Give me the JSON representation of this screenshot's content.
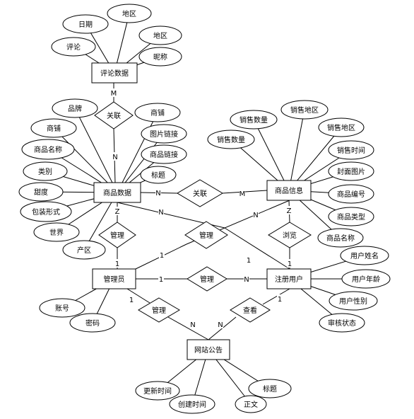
{
  "entities": [
    {
      "id": "comment",
      "label": "评论数据"
    },
    {
      "id": "product",
      "label": "商品数据"
    },
    {
      "id": "info",
      "label": "商品信息"
    },
    {
      "id": "admin",
      "label": "管理员"
    },
    {
      "id": "user",
      "label": "注册用户"
    },
    {
      "id": "notice",
      "label": "网站公告"
    }
  ],
  "attributes": {
    "comment": [
      "日期",
      "地区",
      "评论",
      "地区",
      "昵称"
    ],
    "product": [
      "品牌",
      "商铺",
      "商铺",
      "商品名称",
      "图片链接",
      "商品链接",
      "类别",
      "标题",
      "甜度",
      "包装形式",
      "世界",
      "产区"
    ],
    "info": [
      "销售数量",
      "销售地区",
      "销售数量",
      "销售地区",
      "销售时间",
      "封面图片",
      "商品编号",
      "商品类型",
      "商品名称"
    ],
    "admin": [
      "账号",
      "密码"
    ],
    "user": [
      "用户姓名",
      "用户年龄",
      "用户性别",
      "审核状态"
    ],
    "notice": [
      "更新时间",
      "创建时间",
      "正文",
      "标题"
    ]
  },
  "relationships": [
    {
      "id": "r-comment-product",
      "label": "关联",
      "ends": [
        {
          "entity": "comment",
          "card": "M"
        },
        {
          "entity": "product",
          "card": "N"
        }
      ]
    },
    {
      "id": "r-product-info",
      "label": "关联",
      "ends": [
        {
          "entity": "product",
          "card": "N"
        },
        {
          "entity": "info",
          "card": "M"
        }
      ]
    },
    {
      "id": "r-admin-product",
      "label": "管理",
      "ends": [
        {
          "entity": "product",
          "card": "Z"
        },
        {
          "entity": "admin",
          "card": "1"
        }
      ]
    },
    {
      "id": "r-user-info",
      "label": "浏览",
      "ends": [
        {
          "entity": "info",
          "card": "Z"
        },
        {
          "entity": "user",
          "card": "1"
        }
      ]
    },
    {
      "id": "r-cross",
      "label": "管理",
      "ends": [
        {
          "entity": "product",
          "card": "N"
        },
        {
          "entity": "info",
          "card": "N"
        },
        {
          "entity": "admin",
          "card": "1"
        },
        {
          "entity": "user",
          "card": "1"
        }
      ]
    },
    {
      "id": "r-admin-user",
      "label": "管理",
      "ends": [
        {
          "entity": "admin",
          "card": "1"
        },
        {
          "entity": "user",
          "card": "N"
        }
      ]
    },
    {
      "id": "r-admin-notice",
      "label": "管理",
      "ends": [
        {
          "entity": "admin",
          "card": "1"
        },
        {
          "entity": "notice",
          "card": "N"
        }
      ]
    },
    {
      "id": "r-user-notice",
      "label": "查看",
      "ends": [
        {
          "entity": "user",
          "card": "1"
        },
        {
          "entity": "notice",
          "card": "N"
        }
      ]
    }
  ]
}
